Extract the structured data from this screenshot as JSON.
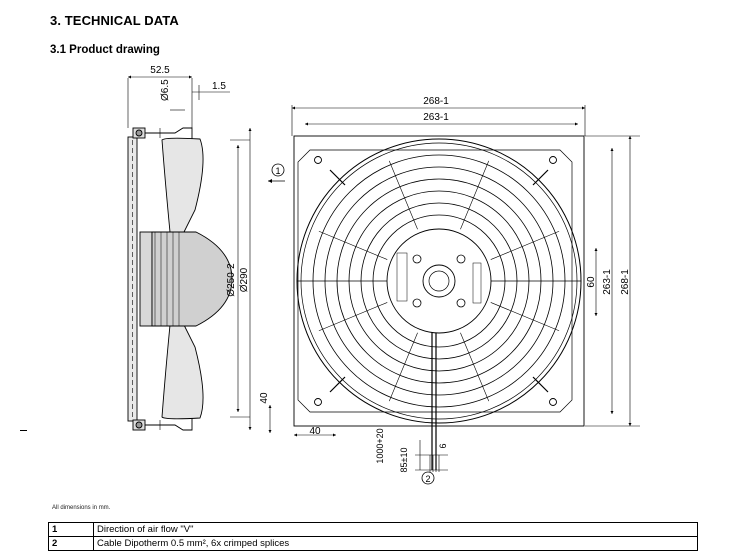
{
  "header": {
    "section_title": "3. TECHNICAL DATA",
    "subsection_title": "3.1 Product drawing"
  },
  "drawing": {
    "dim_52_5": "52.5",
    "dim_6_5": "Ø6.5",
    "dim_1_5": "1.5",
    "dim_250": "Ø250-2",
    "dim_290": "Ø290",
    "dim_40_left": "40",
    "dim_40_bottom": "40",
    "dim_268_top": "268-1",
    "dim_263_top": "263-1",
    "dim_60": "60",
    "dim_263_right": "263-1",
    "dim_268_right": "268-1",
    "dim_1000": "1000+20",
    "dim_85": "85±10",
    "dim_6": "6",
    "callout_1": "1",
    "callout_2": "2"
  },
  "note": "All dimensions in mm.",
  "table": {
    "rows": [
      {
        "num": "1",
        "text": "Direction of air flow \"V\""
      },
      {
        "num": "2",
        "text": "Cable Dipotherm 0.5 mm², 6x crimped splices"
      }
    ]
  }
}
